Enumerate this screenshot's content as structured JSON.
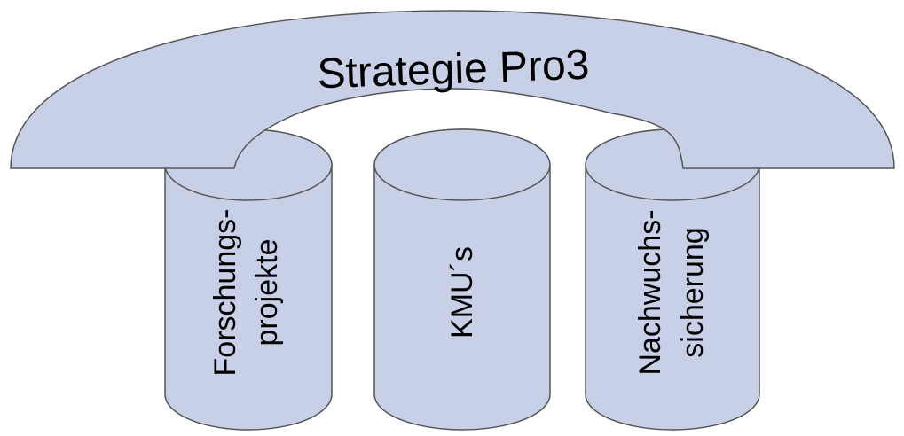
{
  "colors": {
    "fill": "#c8d0e8",
    "stroke": "#555555",
    "background": "#ffffff",
    "text": "#000000"
  },
  "arch": {
    "title": "Strategie Pro3"
  },
  "pillars": [
    {
      "line1": "Forschungs-",
      "line2": "projekte"
    },
    {
      "line1": "KMU´s"
    },
    {
      "line1": "Nachwuchs-",
      "line2": "sicherung"
    }
  ]
}
